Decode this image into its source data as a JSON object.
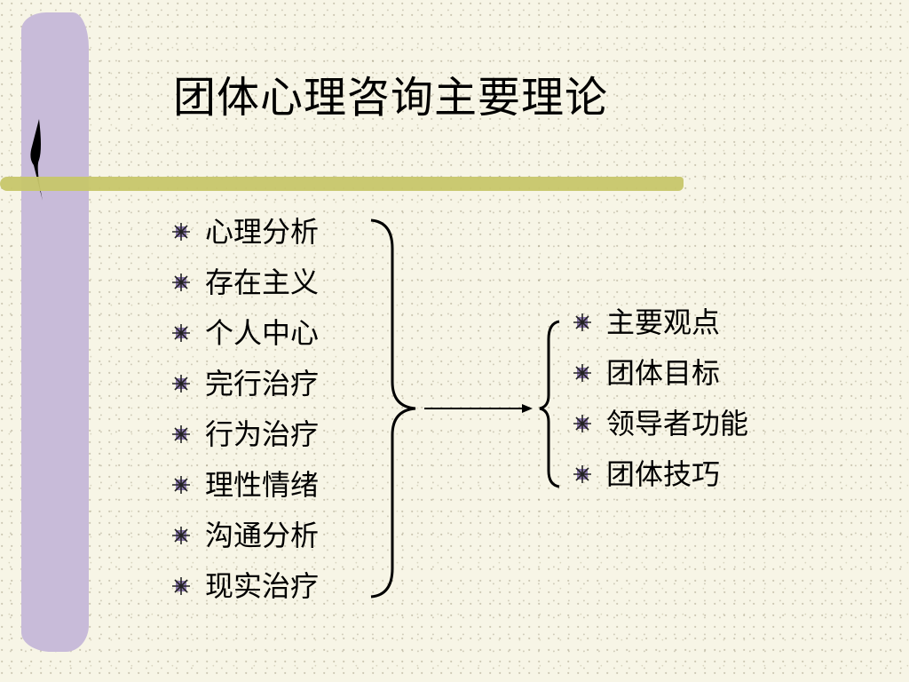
{
  "title": "团体心理咨询主要理论",
  "theories": [
    "心理分析",
    "存在主义",
    "个人中心",
    "完行治疗",
    "行为治疗",
    "理性情绪",
    "沟通分析",
    "现实治疗"
  ],
  "aspects": [
    "主要观点",
    "团体目标",
    "领导者功能",
    "团体技巧"
  ],
  "colors": {
    "sidebar": "#c8bbd9",
    "rule": "#c7c66a",
    "background": "#f7f5e6",
    "bullet": "#8e7bb0"
  },
  "icons": {
    "bullet": "square-star-bullet-icon"
  }
}
